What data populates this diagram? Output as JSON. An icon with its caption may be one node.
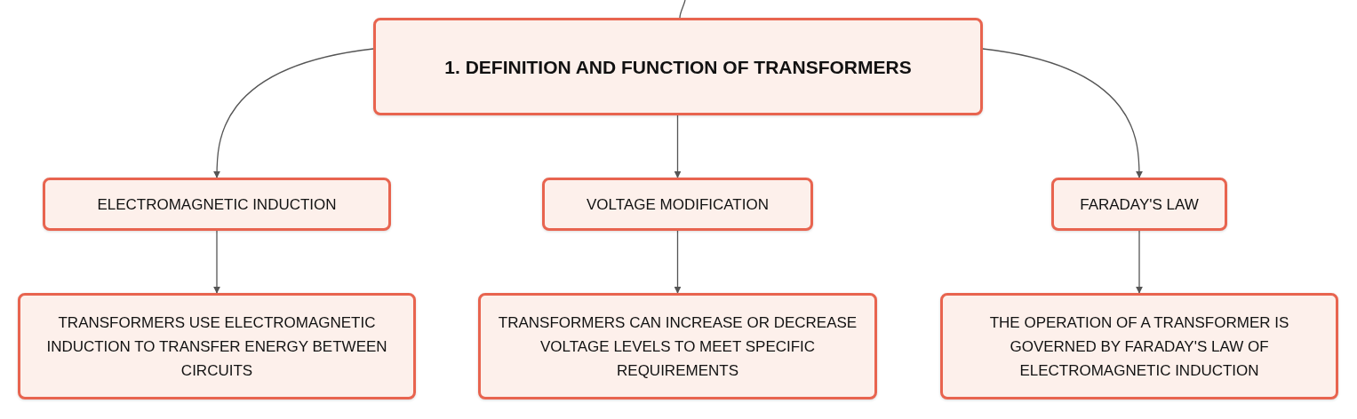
{
  "diagram": {
    "nodes": [
      {
        "text": [
          "1. DEFINITION AND FUNCTION OF TRANSFORMERS"
        ]
      },
      {
        "text": [
          "ELECTROMAGNETIC INDUCTION"
        ]
      },
      {
        "text": [
          "VOLTAGE MODIFICATION"
        ]
      },
      {
        "text": [
          "FARADAY'S LAW"
        ]
      },
      {
        "text": [
          "TRANSFORMERS USE ELECTROMAGNETIC INDUCTION TO TRANSFER ENERGY BETWEEN CIRCUITS"
        ]
      },
      {
        "text": [
          "TRANSFORMERS CAN INCREASE OR DECREASE VOLTAGE LEVELS TO MEET SPECIFIC REQUIREMENTS"
        ]
      },
      {
        "text": [
          "THE OPERATION OF A TRANSFORMER IS GOVERNED BY FARADAY'S LAW OF ELECTROMAGNETIC INDUCTION"
        ]
      }
    ],
    "edges": [
      {
        "from": null,
        "to": 0,
        "arrow": "none"
      },
      {
        "from": 0,
        "to": 1,
        "arrow": "to"
      },
      {
        "from": 0,
        "to": 2,
        "arrow": "to"
      },
      {
        "from": 0,
        "to": 3,
        "arrow": "to"
      },
      {
        "from": 1,
        "to": 4,
        "arrow": "to"
      },
      {
        "from": 2,
        "to": 5,
        "arrow": "to"
      },
      {
        "from": 3,
        "to": 6,
        "arrow": "to"
      }
    ]
  }
}
